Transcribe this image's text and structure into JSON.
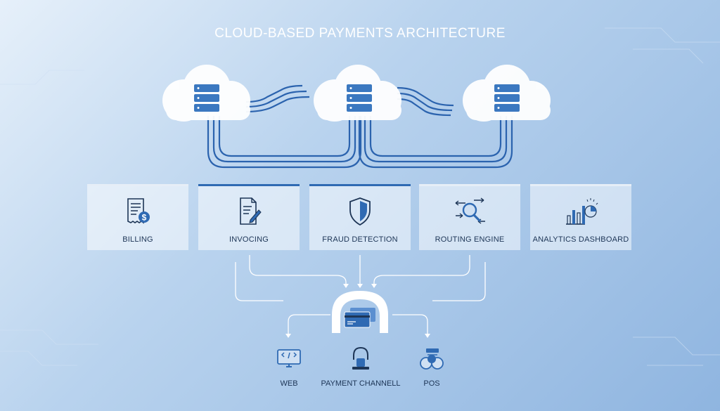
{
  "title": "CLOUD-BASED PAYMENTS ARCHITECTURE",
  "clouds": [
    {
      "id": "cloud-left",
      "icon": "database-icon"
    },
    {
      "id": "cloud-center",
      "icon": "database-icon"
    },
    {
      "id": "cloud-right",
      "icon": "database-icon"
    }
  ],
  "modules": [
    {
      "label": "BILLING",
      "icon": "receipt-dollar-icon"
    },
    {
      "label": "INVOCING",
      "icon": "invoice-pen-icon"
    },
    {
      "label": "FRAUD DETECTION",
      "icon": "shield-icon"
    },
    {
      "label": "ROUTING ENGINE",
      "icon": "search-routing-icon"
    },
    {
      "label": "ANALYTICS DASHBOARD",
      "icon": "bar-pie-chart-icon"
    }
  ],
  "hub": {
    "icon": "credit-cards-icon"
  },
  "channels": [
    {
      "label": "WEB",
      "icon": "web-monitor-icon"
    },
    {
      "label": "PAYMENT CHANNELL",
      "icon": "payment-terminal-icon"
    },
    {
      "label": "POS",
      "icon": "pos-icon"
    }
  ],
  "colors": {
    "accent": "#2f6ab3",
    "line_blue": "#2b63ae",
    "text": "#1d3556",
    "title": "#ffffff"
  }
}
